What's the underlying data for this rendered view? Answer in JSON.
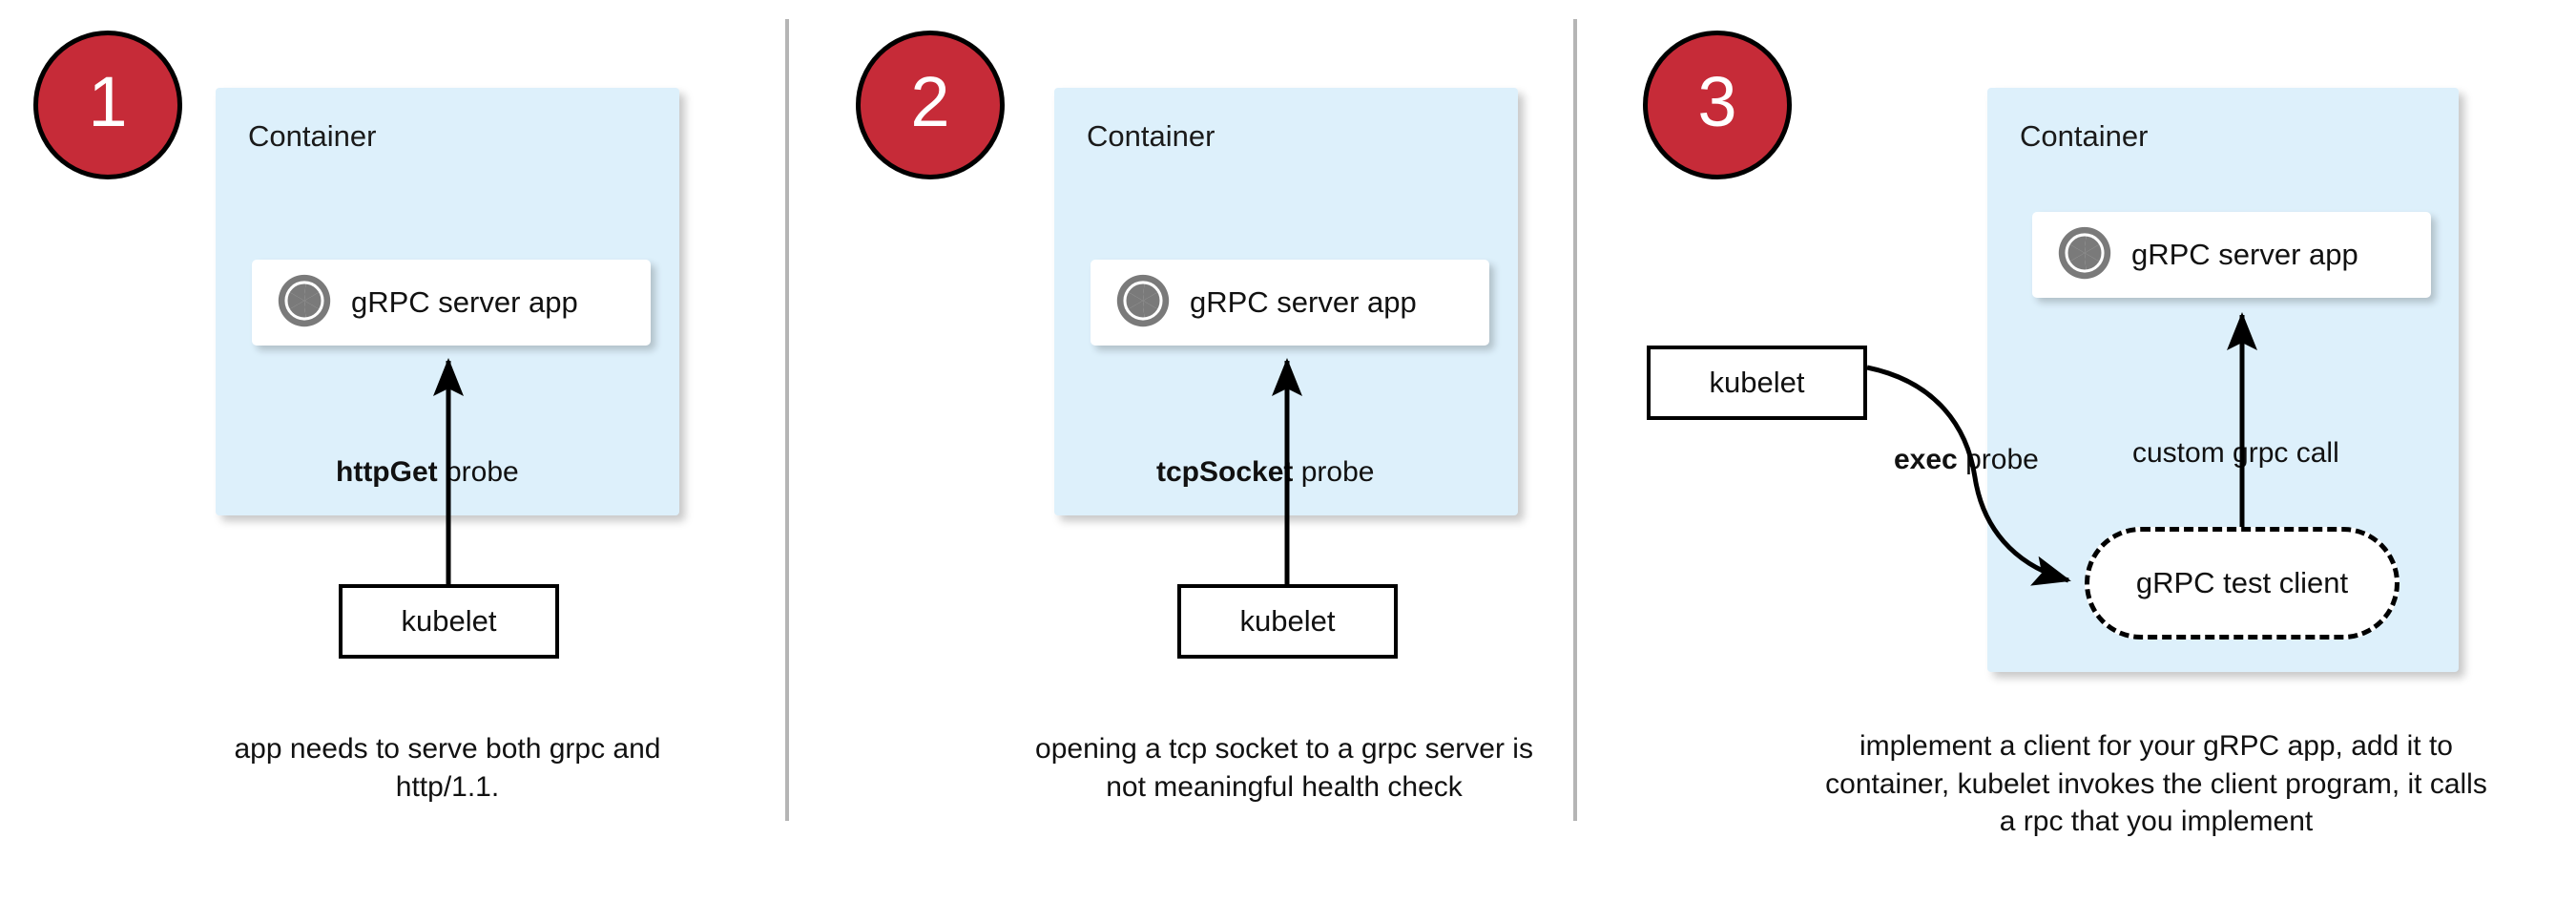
{
  "diagram": {
    "title": "gRPC health probe approaches in Kubernetes",
    "colors": {
      "badge_fill": "#c62b38",
      "badge_text": "#ffffff",
      "container_fill": "#ddf0fb",
      "card_fill": "#ffffff",
      "stroke": "#000000",
      "divider": "#b5b5b5",
      "grpc_icon_gray": "#7a7a7a"
    },
    "panels": [
      {
        "badge": "1",
        "container_label": "Container",
        "app_card": {
          "label": "gRPC server app",
          "icon": "grpc-logo-icon"
        },
        "probe_label_bold": "httpGet",
        "probe_label_rest": " probe",
        "kubelet_label": "kubelet",
        "caption": "app needs to serve both grpc and http/1.1."
      },
      {
        "badge": "2",
        "container_label": "Container",
        "app_card": {
          "label": "gRPC server app",
          "icon": "grpc-logo-icon"
        },
        "probe_label_bold": "tcpSocket",
        "probe_label_rest": " probe",
        "kubelet_label": "kubelet",
        "caption": "opening a tcp socket to a grpc server is not meaningful health check"
      },
      {
        "badge": "3",
        "container_label": "Container",
        "app_card": {
          "label": "gRPC server app",
          "icon": "grpc-logo-icon"
        },
        "probe_label_bold": "exec",
        "probe_label_rest": " probe",
        "call_label": "custom grpc call",
        "test_client_label": "gRPC test client",
        "kubelet_label": "kubelet",
        "caption": "implement a client for your gRPC app, add it to container, kubelet invokes the client program, it calls a rpc that you implement"
      }
    ]
  }
}
